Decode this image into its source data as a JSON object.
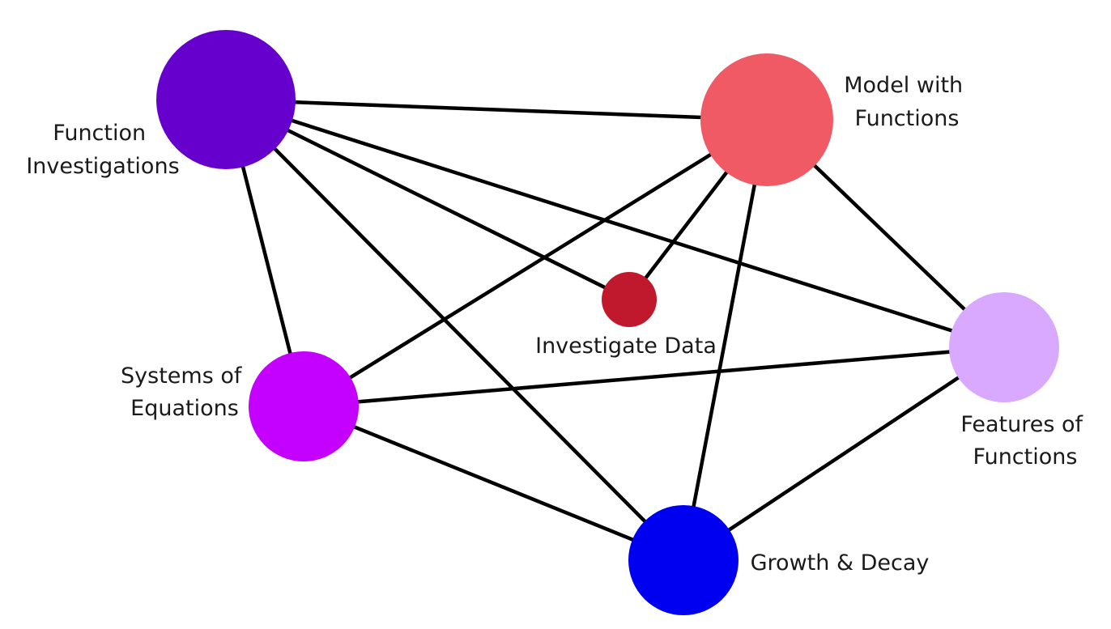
{
  "nodes": {
    "function_investigations": {
      "label_lines": [
        "Function",
        "Investigations"
      ],
      "color": "#6600cc"
    },
    "model_with_functions": {
      "label_lines": [
        "Model with",
        "Functions"
      ],
      "color": "#ef5a65"
    },
    "investigate_data": {
      "label_lines": [
        "Investigate Data"
      ],
      "color": "#c0182d"
    },
    "systems_of_equations": {
      "label_lines": [
        "Systems of",
        "Equations"
      ],
      "color": "#c400ff"
    },
    "features_of_functions": {
      "label_lines": [
        "Features of",
        "Functions"
      ],
      "color": "#d9a8ff"
    },
    "growth_and_decay": {
      "label_lines": [
        "Growth & Decay"
      ],
      "color": "#0000f0"
    }
  },
  "edges": [
    [
      "function_investigations",
      "model_with_functions"
    ],
    [
      "function_investigations",
      "investigate_data"
    ],
    [
      "function_investigations",
      "features_of_functions"
    ],
    [
      "function_investigations",
      "systems_of_equations"
    ],
    [
      "function_investigations",
      "growth_and_decay"
    ],
    [
      "model_with_functions",
      "investigate_data"
    ],
    [
      "model_with_functions",
      "systems_of_equations"
    ],
    [
      "model_with_functions",
      "growth_and_decay"
    ],
    [
      "model_with_functions",
      "features_of_functions"
    ],
    [
      "systems_of_equations",
      "features_of_functions"
    ],
    [
      "systems_of_equations",
      "growth_and_decay"
    ],
    [
      "growth_and_decay",
      "features_of_functions"
    ]
  ]
}
